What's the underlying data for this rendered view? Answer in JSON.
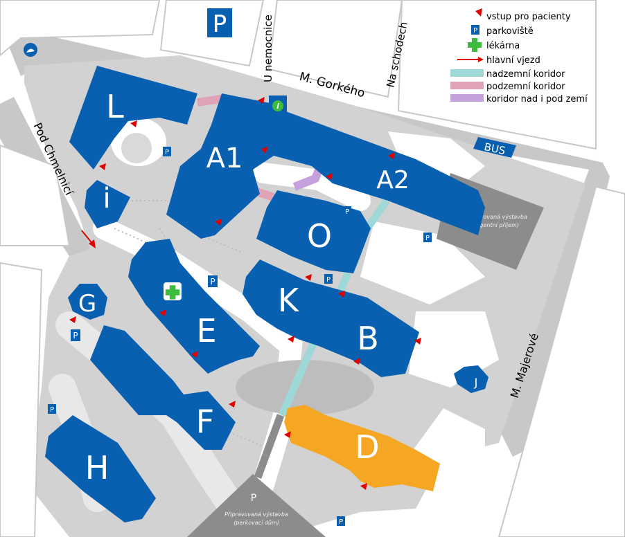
{
  "streets": {
    "u_nemocnice": "U nemocnice",
    "na_schodech": "Na schodech",
    "m_gorkeho": "M. Gorkého",
    "pod_chmelnici": "Pod Chmelnicí",
    "m_majerove": "M. Majerové"
  },
  "buildings": {
    "L": "L",
    "i": "i",
    "A1": "A1",
    "A2": "A2",
    "O": "O",
    "G": "G",
    "E": "E",
    "K": "K",
    "B": "B",
    "F": "F",
    "H": "H",
    "D": "D",
    "J": "J"
  },
  "symbols": {
    "parking": "P",
    "info": "i",
    "bus": "BUS"
  },
  "planned": {
    "urgent_line1": "Připravovaná výstavba",
    "urgent_line2": "(urgentní příjem)",
    "garage_line1": "Připravovaná výstavba",
    "garage_line2": "(parkovací dům)"
  },
  "legend": {
    "patient_entrance": "vstup pro pacienty",
    "parking": "parkoviště",
    "pharmacy": "lékárna",
    "main_entrance": "hlavní vjezd",
    "above_corridor": "nadzemní koridor",
    "under_corridor": "podzemní koridor",
    "both_corridor": "koridor nad i pod zemí"
  },
  "colors": {
    "building": "#0a60b0",
    "building_d": "#f5a623",
    "road": "#c8c8c8",
    "planned": "#8c8c8c",
    "corridor_above": "#9ed9d8",
    "corridor_under": "#e0a3b6",
    "corridor_both": "#c4a0dc",
    "entrance": "#e00000",
    "pharmacy": "#3dbb3d"
  }
}
